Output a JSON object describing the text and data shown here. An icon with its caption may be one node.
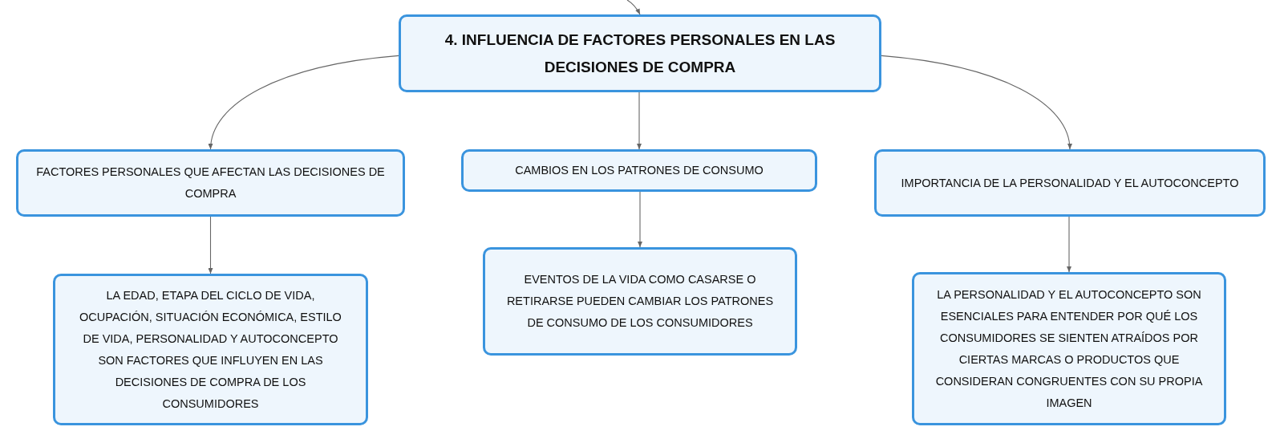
{
  "diagram": {
    "nodes": [
      {
        "text": [
          "4. INFLUENCIA DE FACTORES PERSONALES EN LAS DECISIONES DE COMPRA"
        ]
      },
      {
        "text": [
          "FACTORES PERSONALES QUE AFECTAN LAS DECISIONES DE COMPRA"
        ]
      },
      {
        "text": [
          "CAMBIOS EN LOS PATRONES DE CONSUMO"
        ]
      },
      {
        "text": [
          "IMPORTANCIA DE LA PERSONALIDAD Y EL AUTOCONCEPTO"
        ]
      },
      {
        "text": [
          "LA EDAD, ETAPA DEL CICLO DE VIDA, OCUPACIÓN, SITUACIÓN ECONÓMICA, ESTILO DE VIDA, PERSONALIDAD Y AUTOCONCEPTO SON FACTORES QUE INFLUYEN EN LAS DECISIONES DE COMPRA DE LOS CONSUMIDORES"
        ]
      },
      {
        "text": [
          "EVENTOS DE LA VIDA COMO CASARSE O RETIRARSE PUEDEN CAMBIAR LOS PATRONES DE CONSUMO DE LOS CONSUMIDORES"
        ]
      },
      {
        "text": [
          "LA PERSONALIDAD Y EL AUTOCONCEPTO SON ESENCIALES PARA ENTENDER POR QUÉ LOS CONSUMIDORES SE SIENTEN ATRAÍDOS POR CIERTAS MARCAS O PRODUCTOS QUE CONSIDERAN CONGRUENTES CON SU PROPIA IMAGEN"
        ]
      }
    ],
    "edges": [
      {
        "from": null,
        "to": 0,
        "arrow": "to"
      },
      {
        "from": 0,
        "to": 1,
        "arrow": "to"
      },
      {
        "from": 0,
        "to": 2,
        "arrow": "to"
      },
      {
        "from": 0,
        "to": 3,
        "arrow": "to"
      },
      {
        "from": 1,
        "to": 4,
        "arrow": "to"
      },
      {
        "from": 2,
        "to": 5,
        "arrow": "to"
      },
      {
        "from": 3,
        "to": 6,
        "arrow": "to"
      }
    ]
  }
}
